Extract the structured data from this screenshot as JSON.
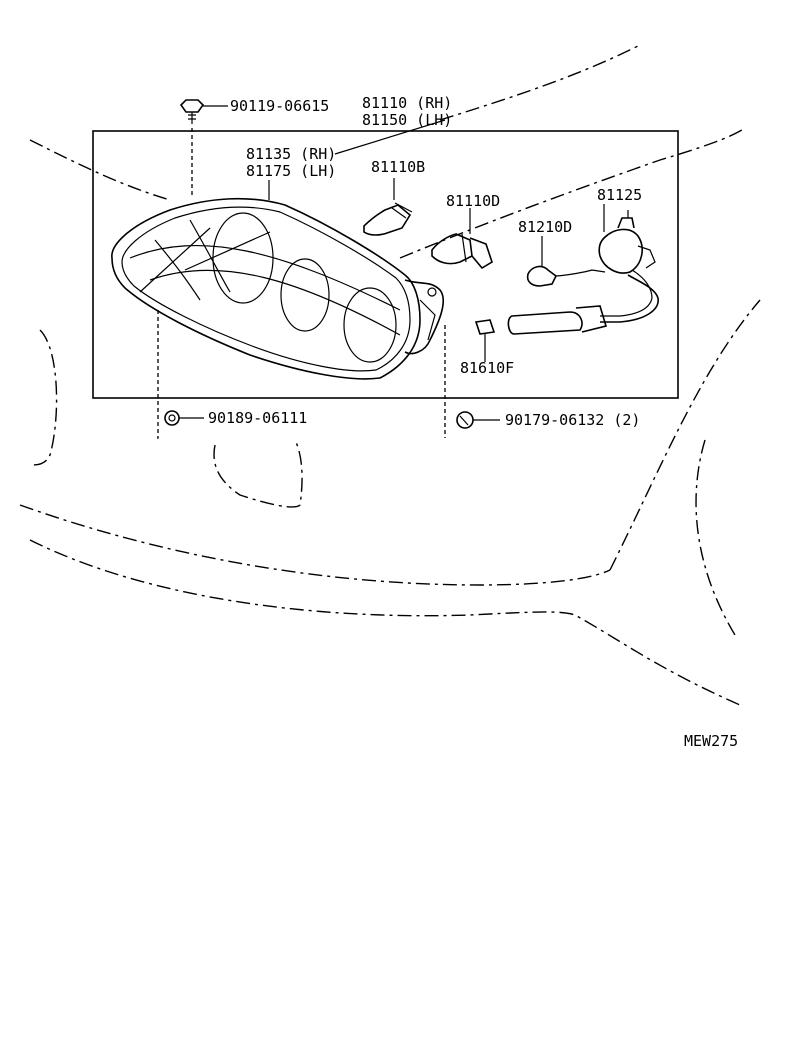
{
  "labels": {
    "screw_top": "90119-06615",
    "assy_rh": "81110 (RH)",
    "assy_lh": "81150 (LH)",
    "lens_rh": "81135 (RH)",
    "lens_lh": "81175 (LH)",
    "bulb_b": "81110B",
    "bulb_d": "81110D",
    "socket_d": "81210D",
    "harness": "81125",
    "wedge_bulb": "81610F",
    "nut": "90189-06111",
    "clip": "90179-06132 (2)",
    "diagram_code": "MEW275"
  }
}
